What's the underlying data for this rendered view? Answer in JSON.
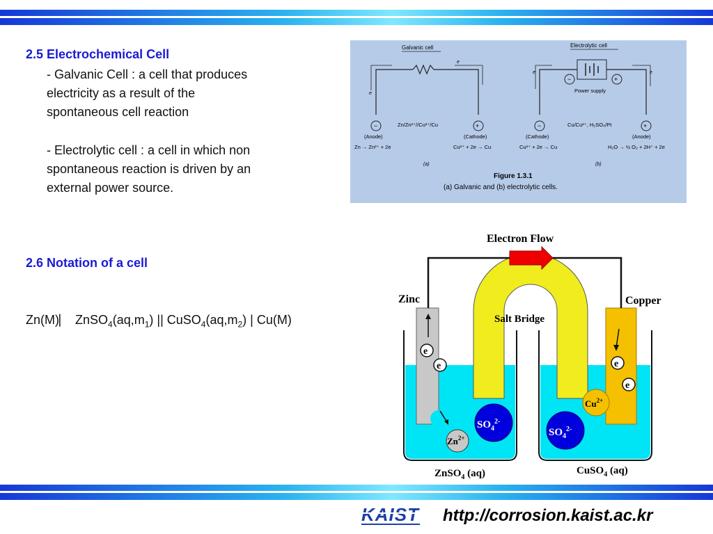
{
  "section1": {
    "heading": "2.5 Electrochemical Cell",
    "galvanic": [
      "- Galvanic Cell : a cell that produces",
      "electricity as a result of the",
      "spontaneous cell reaction"
    ],
    "electrolytic": [
      "- Electrolytic cell : a cell in which non",
      "spontaneous reaction is driven by an",
      "external power source."
    ]
  },
  "section2": {
    "heading": "2.6 Notation of a cell",
    "notation": {
      "p1": "Zn(M)⎸ ZnSO",
      "s1": "4",
      "p2": "(aq,m",
      "s2": "1",
      "p3": ") || CuSO",
      "s3": "4",
      "p4": "(aq,m",
      "s4": "2",
      "p5": ") | Cu(M)"
    }
  },
  "figure_textbook": {
    "galvanic_title": "Galvanic cell",
    "electrolytic_title": "Electrolytic cell",
    "power_supply": "Power supply",
    "galvanic_label": "Zn/Zn²⁺//Cu²⁺/Cu",
    "electrolytic_label": "Cu/Cu²⁺, H₂SO₄/Pt",
    "anode": "(Anode)",
    "cathode": "(Cathode)",
    "zn_reaction": "Zn → Zn²⁺ + 2e",
    "cu_reaction": "Cu²⁺ + 2e → Cu",
    "h2o_reaction": "H₂O → ½ O₂ + 2H⁺ + 2e",
    "a_label": "(a)",
    "b_label": "(b)",
    "fig_title": "Figure 1.3.1",
    "fig_caption": "(a) Galvanic and (b) electrolytic cells.",
    "e": "e",
    "minus": "−",
    "plus": "+"
  },
  "figure_cell": {
    "electron_flow": "Electron Flow",
    "zinc": "Zinc",
    "copper": "Copper",
    "salt_bridge": "Salt Bridge",
    "e": "e",
    "cu_ion": "Cu",
    "cu_charge": "2+",
    "zn_ion": "Zn",
    "zn_charge": "2+",
    "so4": "SO",
    "so4_sub": "4",
    "so4_charge": "2-",
    "znso4": "ZnSO",
    "znso4_sub": "4",
    "znso4_aq": " (aq)",
    "cuso4": "CuSO",
    "cuso4_sub": "4",
    "cuso4_aq": " (aq)"
  },
  "footer": {
    "logo_text": "KAIST",
    "url": "http://corrosion.kaist.ac.kr"
  },
  "colors": {
    "heading": "#1a1ad6",
    "solution": "#00e5f5",
    "salt_bridge": "#f0ec1e",
    "copper": "#f5c000",
    "zinc": "#c8c8c8",
    "arrow": "#ee0000",
    "sulfate": "#0000dd"
  }
}
